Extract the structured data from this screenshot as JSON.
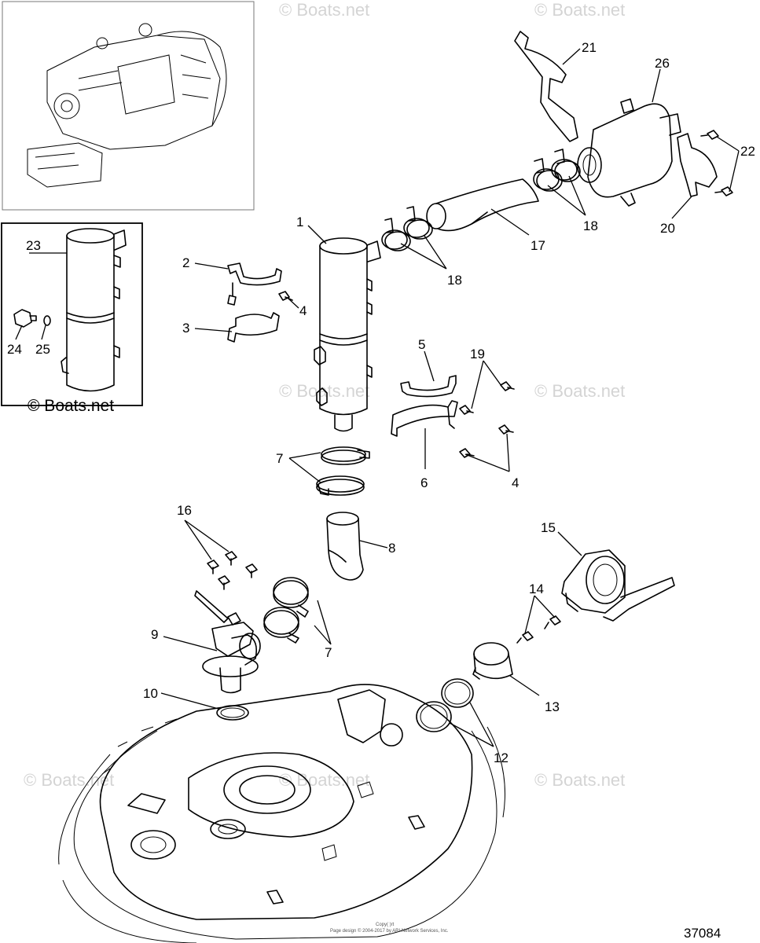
{
  "callouts": {
    "c1": "1",
    "c2": "2",
    "c3": "3",
    "c4a": "4",
    "c4b": "4",
    "c5": "5",
    "c6": "6",
    "c7a": "7",
    "c7b": "7",
    "c8": "8",
    "c9": "9",
    "c10": "10",
    "c12": "12",
    "c13": "13",
    "c14": "14",
    "c15": "15",
    "c16": "16",
    "c17": "17",
    "c18a": "18",
    "c18b": "18",
    "c19": "19",
    "c20": "20",
    "c21": "21",
    "c22": "22",
    "c23": "23",
    "c24": "24",
    "c25": "25",
    "c26": "26"
  },
  "inset_watermark": "© Boats.net",
  "watermark": "© Boats.net",
  "copyright_line1": "Copy( )rt",
  "copyright_line2": "Page design © 2004-2017 by ARI Network Services, Inc.",
  "figure_id": "37084"
}
